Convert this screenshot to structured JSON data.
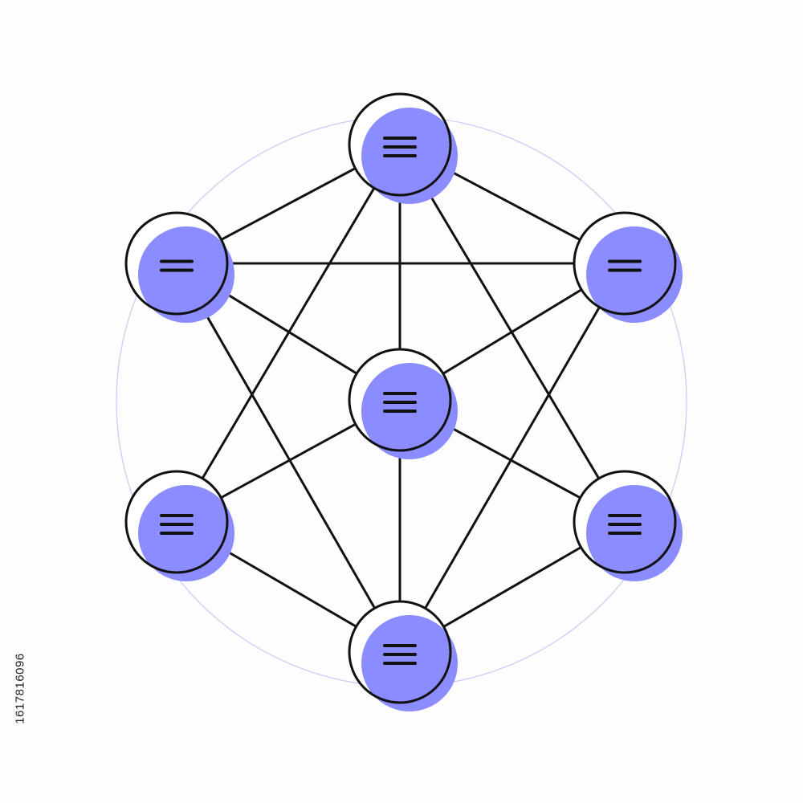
{
  "colors": {
    "background": "#fdfdfe",
    "accent": "#8b8cff",
    "stroke": "#111111",
    "node_fill": "#ffffff",
    "halo": "#c9c9f5"
  },
  "diagram": {
    "type": "network",
    "icon": "menu-lines-icon",
    "nodes": [
      {
        "id": "top",
        "lines": 3
      },
      {
        "id": "upper-left",
        "lines": 2
      },
      {
        "id": "upper-right",
        "lines": 2
      },
      {
        "id": "center",
        "lines": 3
      },
      {
        "id": "lower-left",
        "lines": 3
      },
      {
        "id": "lower-right",
        "lines": 3
      },
      {
        "id": "bottom",
        "lines": 3
      }
    ],
    "edges": [
      [
        "top",
        "upper-left"
      ],
      [
        "top",
        "upper-right"
      ],
      [
        "top",
        "center"
      ],
      [
        "top",
        "lower-left"
      ],
      [
        "top",
        "lower-right"
      ],
      [
        "upper-left",
        "upper-right"
      ],
      [
        "upper-left",
        "center"
      ],
      [
        "upper-left",
        "bottom"
      ],
      [
        "upper-right",
        "center"
      ],
      [
        "upper-right",
        "bottom"
      ],
      [
        "center",
        "lower-left"
      ],
      [
        "center",
        "lower-right"
      ],
      [
        "center",
        "bottom"
      ],
      [
        "lower-left",
        "bottom"
      ],
      [
        "lower-right",
        "bottom"
      ]
    ]
  },
  "stock_id": "1617816096"
}
